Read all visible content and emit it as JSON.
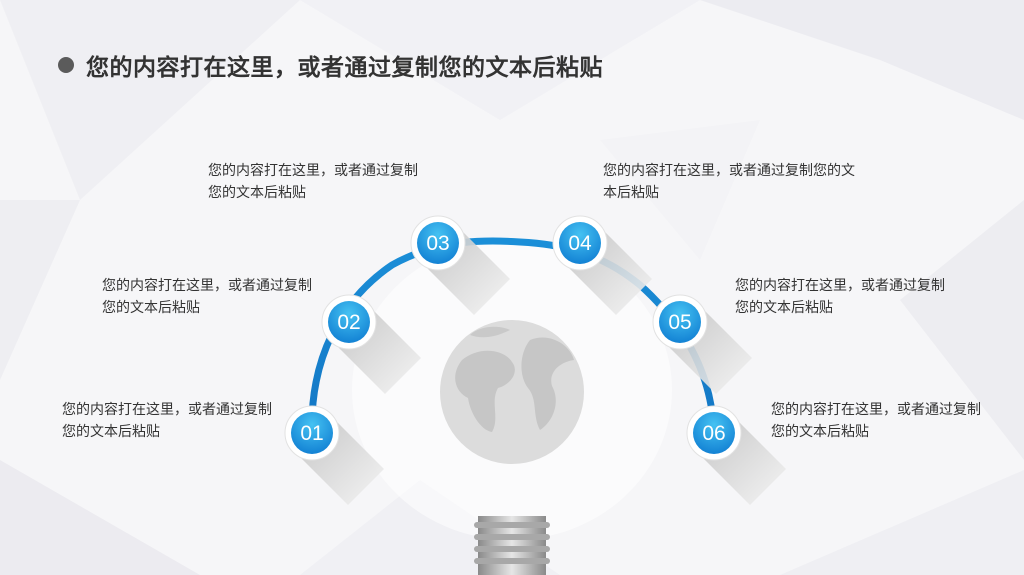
{
  "title": "您的内容打在这里，或者通过复制您的文本后粘贴",
  "steps": [
    {
      "number": "01",
      "text": "您的内容打在这里，或者通过复制您的文本后粘贴"
    },
    {
      "number": "02",
      "text": "您的内容打在这里，或者通过复制您的文本后粘贴"
    },
    {
      "number": "03",
      "text": "您的内容打在这里，或者通过复制您的文本后粘贴"
    },
    {
      "number": "04",
      "text": "您的内容打在这里，或者通过复制您的文本后粘贴"
    },
    {
      "number": "05",
      "text": "您的内容打在这里，或者通过复制您的文本后粘贴"
    },
    {
      "number": "06",
      "text": "您的内容打在这里，或者通过复制您的文本后粘贴"
    }
  ],
  "colors": {
    "accent": "#1a8ad6",
    "accent_light": "#36b3ee",
    "text": "#333333"
  },
  "icons": {
    "center": "globe-lightbulb-icon",
    "base": "bulb-screw-base-icon"
  }
}
